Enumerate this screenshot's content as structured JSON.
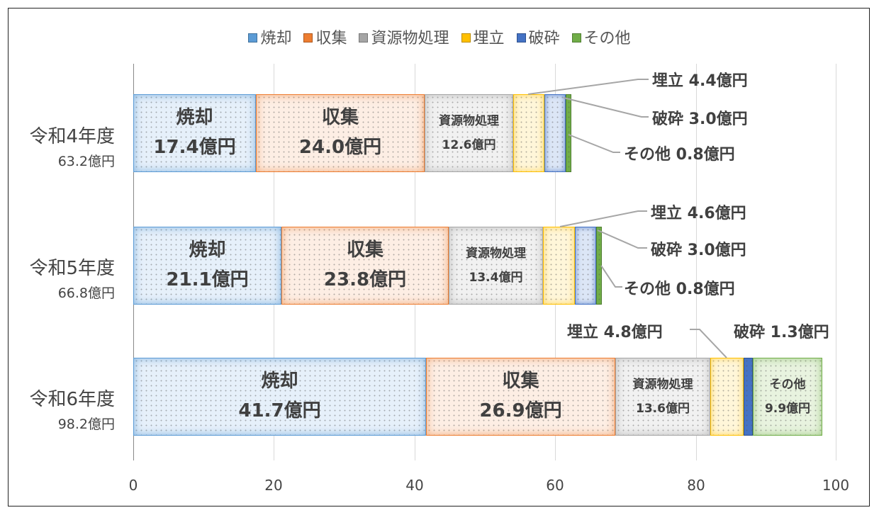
{
  "chart_data": {
    "type": "bar",
    "orientation": "horizontal",
    "stacked": true,
    "title": "",
    "xlabel": "",
    "ylabel": "",
    "xlim": [
      0,
      100
    ],
    "xticks": [
      0,
      20,
      40,
      60,
      80,
      100
    ],
    "grid": "vertical",
    "legend_position": "top",
    "unit": "億円",
    "categories": [
      "令和4年度",
      "令和5年度",
      "令和6年度"
    ],
    "category_totals": [
      "63.2億円",
      "66.8億円",
      "98.2億円"
    ],
    "series": [
      {
        "name": "焼却",
        "color": "#5B9BD5",
        "values": [
          17.4,
          21.1,
          41.7
        ]
      },
      {
        "name": "収集",
        "color": "#ED7D31",
        "values": [
          24.0,
          23.8,
          26.9
        ]
      },
      {
        "name": "資源物処理",
        "color": "#A5A5A5",
        "values": [
          12.6,
          13.4,
          13.6
        ]
      },
      {
        "name": "埋立",
        "color": "#FFC000",
        "values": [
          4.4,
          4.6,
          4.8
        ]
      },
      {
        "name": "破砕",
        "color": "#4472C4",
        "values": [
          3.0,
          3.0,
          1.3
        ]
      },
      {
        "name": "その他",
        "color": "#70AD47",
        "values": [
          0.8,
          0.8,
          9.9
        ]
      }
    ]
  },
  "legend": [
    {
      "label": "焼却",
      "color": "#5B9BD5"
    },
    {
      "label": "収集",
      "color": "#ED7D31"
    },
    {
      "label": "資源物処理",
      "color": "#A5A5A5"
    },
    {
      "label": "埋立",
      "color": "#FFC000"
    },
    {
      "label": "破砕",
      "color": "#4472C4"
    },
    {
      "label": "その他",
      "color": "#70AD47"
    }
  ],
  "axis": {
    "ticks": [
      "0",
      "20",
      "40",
      "60",
      "80",
      "100"
    ]
  },
  "rows": [
    {
      "year": "令和4年度",
      "total": "63.2億円",
      "inside": [
        {
          "name": "焼却",
          "value": "17.4億円"
        },
        {
          "name": "収集",
          "value": "24.0億円"
        },
        {
          "name": "資源物処理",
          "value": "12.6億円"
        }
      ],
      "callouts": [
        {
          "text": "埋立 4.4億円"
        },
        {
          "text": "破砕 3.0億円"
        },
        {
          "text": "その他 0.8億円"
        }
      ]
    },
    {
      "year": "令和5年度",
      "total": "66.8億円",
      "inside": [
        {
          "name": "焼却",
          "value": "21.1億円"
        },
        {
          "name": "収集",
          "value": "23.8億円"
        },
        {
          "name": "資源物処理",
          "value": "13.4億円"
        }
      ],
      "callouts": [
        {
          "text": "埋立 4.6億円"
        },
        {
          "text": "破砕 3.0億円"
        },
        {
          "text": "その他 0.8億円"
        }
      ]
    },
    {
      "year": "令和6年度",
      "total": "98.2億円",
      "inside": [
        {
          "name": "焼却",
          "value": "41.7億円"
        },
        {
          "name": "収集",
          "value": "26.9億円"
        },
        {
          "name": "資源物処理",
          "value": "13.6億円"
        },
        {
          "name": "その他",
          "value": "9.9億円"
        }
      ],
      "callouts": [
        {
          "text": "埋立 4.8億円"
        },
        {
          "text": "破砕 1.3億円"
        }
      ]
    }
  ]
}
